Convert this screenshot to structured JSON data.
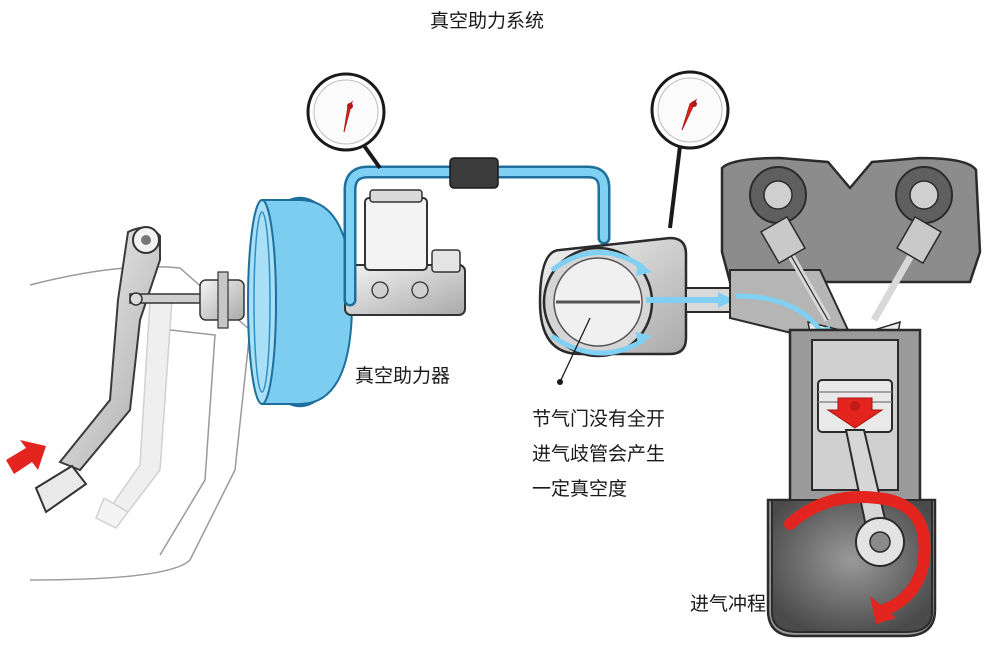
{
  "title": "真空助力系统",
  "labels": {
    "booster": "真空助力器",
    "throttle_lines": [
      "节气门没有全开",
      "进气歧管会产生",
      "一定真空度"
    ],
    "intake_stroke": "进气冲程"
  },
  "colors": {
    "vacuum_blue": "#6cc6ec",
    "vacuum_blue_dark": "#2f8fc4",
    "flow_arrow": "#7fd0f2",
    "red_arrow": "#e4241f",
    "metal_light": "#e6e6e6",
    "metal_mid": "#b9b9b9",
    "metal_dark": "#6e6e6e",
    "outline": "#2b2b2b"
  },
  "icons": [
    "pressure-gauge-icon",
    "pressure-gauge-icon",
    "down-arrow-icon",
    "rotation-arrow-icon",
    "push-arrow-icon"
  ]
}
